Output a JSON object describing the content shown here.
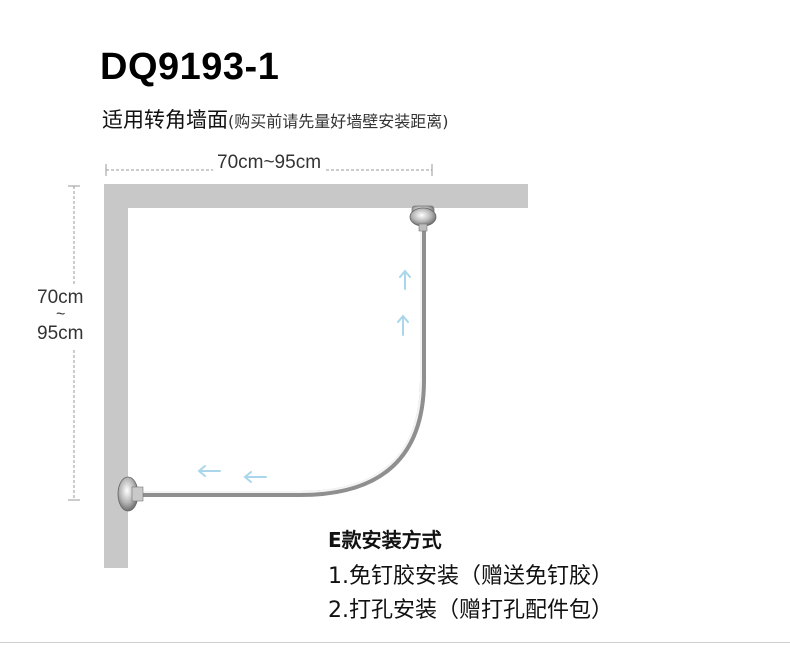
{
  "model": "DQ9193-1",
  "subtitle": {
    "main": "适用转角墙面",
    "note": "(购买前请先量好墙壁安装距离)"
  },
  "dimensions": {
    "top": "70cm~95cm",
    "side_a": "70cm",
    "side_tilde": "~",
    "side_b": "95cm"
  },
  "installation": {
    "title": "E款安装方式",
    "methods": [
      "1.免钉胶安装（赠送免钉胶）",
      "2.打孔安装（赠打孔配件包）"
    ]
  },
  "colors": {
    "wall": "#c8c8c8",
    "arrow": "#a9d6ea",
    "dim_line": "#9a9a9a"
  }
}
